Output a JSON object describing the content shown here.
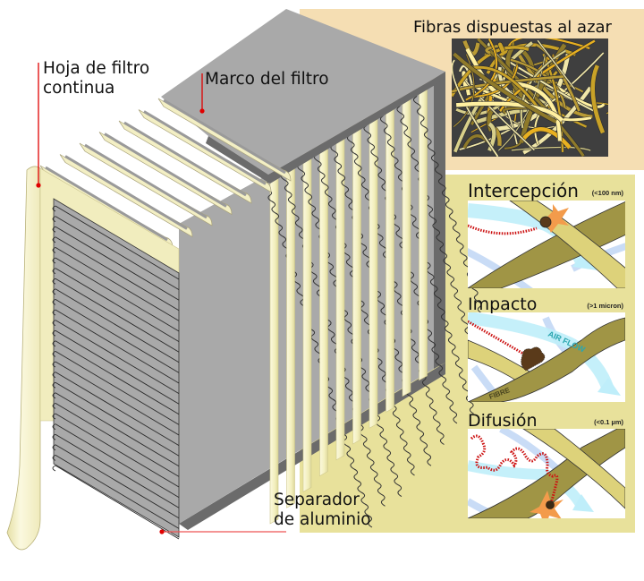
{
  "labels": {
    "continuous_sheet": [
      "Hoja de filtro",
      "continua"
    ],
    "frame": "Marco del filtro",
    "separator": [
      "Separador",
      "de aluminio"
    ],
    "random_fibers": "Fibras dispuestas al azar"
  },
  "mechanisms": [
    {
      "title": "Intercepción",
      "size": "(<100 nm)"
    },
    {
      "title": "Impacto",
      "size": "(>1 micron)",
      "air_flow_label": "AIR FLOW",
      "fibre_label": "FIBRE"
    },
    {
      "title": "Difusión",
      "size": "(<0.1 µm)"
    }
  ],
  "colors": {
    "panel_peach": "#f5deb3",
    "panel_khaki": "#e8e19b",
    "frame_gray": "#a9a9a9",
    "frame_dark": "#6b6b6b",
    "paper_cream": "#f6f3c8",
    "fibre_olive": "#a09545",
    "fibre_light": "#ddd27a",
    "leader_red": "#e00000",
    "airflow_blue": "#b8ecf7"
  }
}
